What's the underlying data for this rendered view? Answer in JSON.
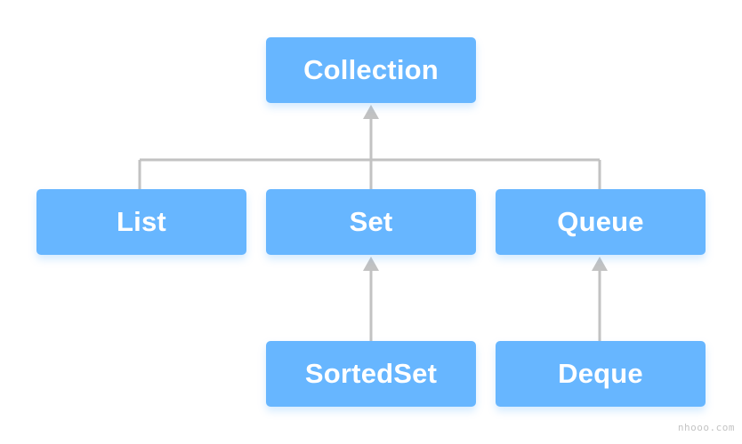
{
  "diagram": {
    "nodes": {
      "collection": "Collection",
      "list": "List",
      "set": "Set",
      "queue": "Queue",
      "sortedset": "SortedSet",
      "deque": "Deque"
    },
    "edges": [
      {
        "from": "List",
        "to": "Collection"
      },
      {
        "from": "Set",
        "to": "Collection"
      },
      {
        "from": "Queue",
        "to": "Collection"
      },
      {
        "from": "SortedSet",
        "to": "Set"
      },
      {
        "from": "Deque",
        "to": "Queue"
      }
    ],
    "colors": {
      "node_fill": "#67b6ff",
      "node_text": "#ffffff",
      "connector": "#c2c2c2"
    }
  },
  "watermark": "nhooo.com"
}
